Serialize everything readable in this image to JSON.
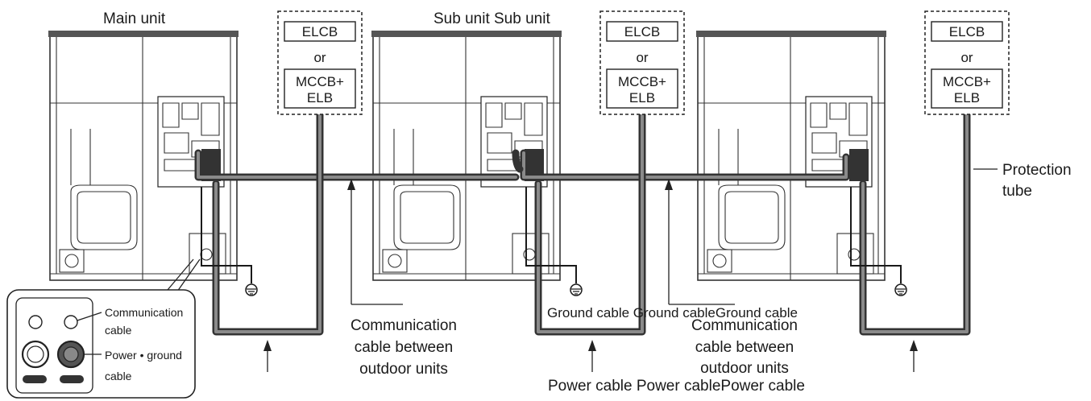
{
  "units": {
    "main_label": "Main unit",
    "sub_label": "Sub unit Sub unit"
  },
  "breakers": [
    {
      "top": "ELCB",
      "or": "or",
      "bottom_line1": "MCCB+",
      "bottom_line2": "ELB"
    },
    {
      "top": "ELCB",
      "or": "or",
      "bottom_line1": "MCCB+",
      "bottom_line2": "ELB"
    },
    {
      "top": "ELCB",
      "or": "or",
      "bottom_line1": "MCCB+",
      "bottom_line2": "ELB"
    }
  ],
  "callouts": {
    "protection_tube_line1": "Protection",
    "protection_tube_line2": "tube",
    "comm_left_line1": "Communication",
    "comm_left_line2": "cable between",
    "comm_left_line3": "outdoor units",
    "comm_right_line1": "Communication",
    "comm_right_line2": "cable between",
    "comm_right_line3": "outdoor units",
    "ground_cables": "Ground cable Ground cableGround cable",
    "power_cables": "Power cable Power cablePower cable"
  },
  "inset": {
    "comm_line1": "Communication",
    "comm_line2": "cable",
    "power_line1": "Power • ground",
    "power_line2": "cable"
  },
  "colors": {
    "cable_outline": "#333333",
    "cable_fill": "#8a8a8a",
    "line": "#1a1a1a"
  }
}
